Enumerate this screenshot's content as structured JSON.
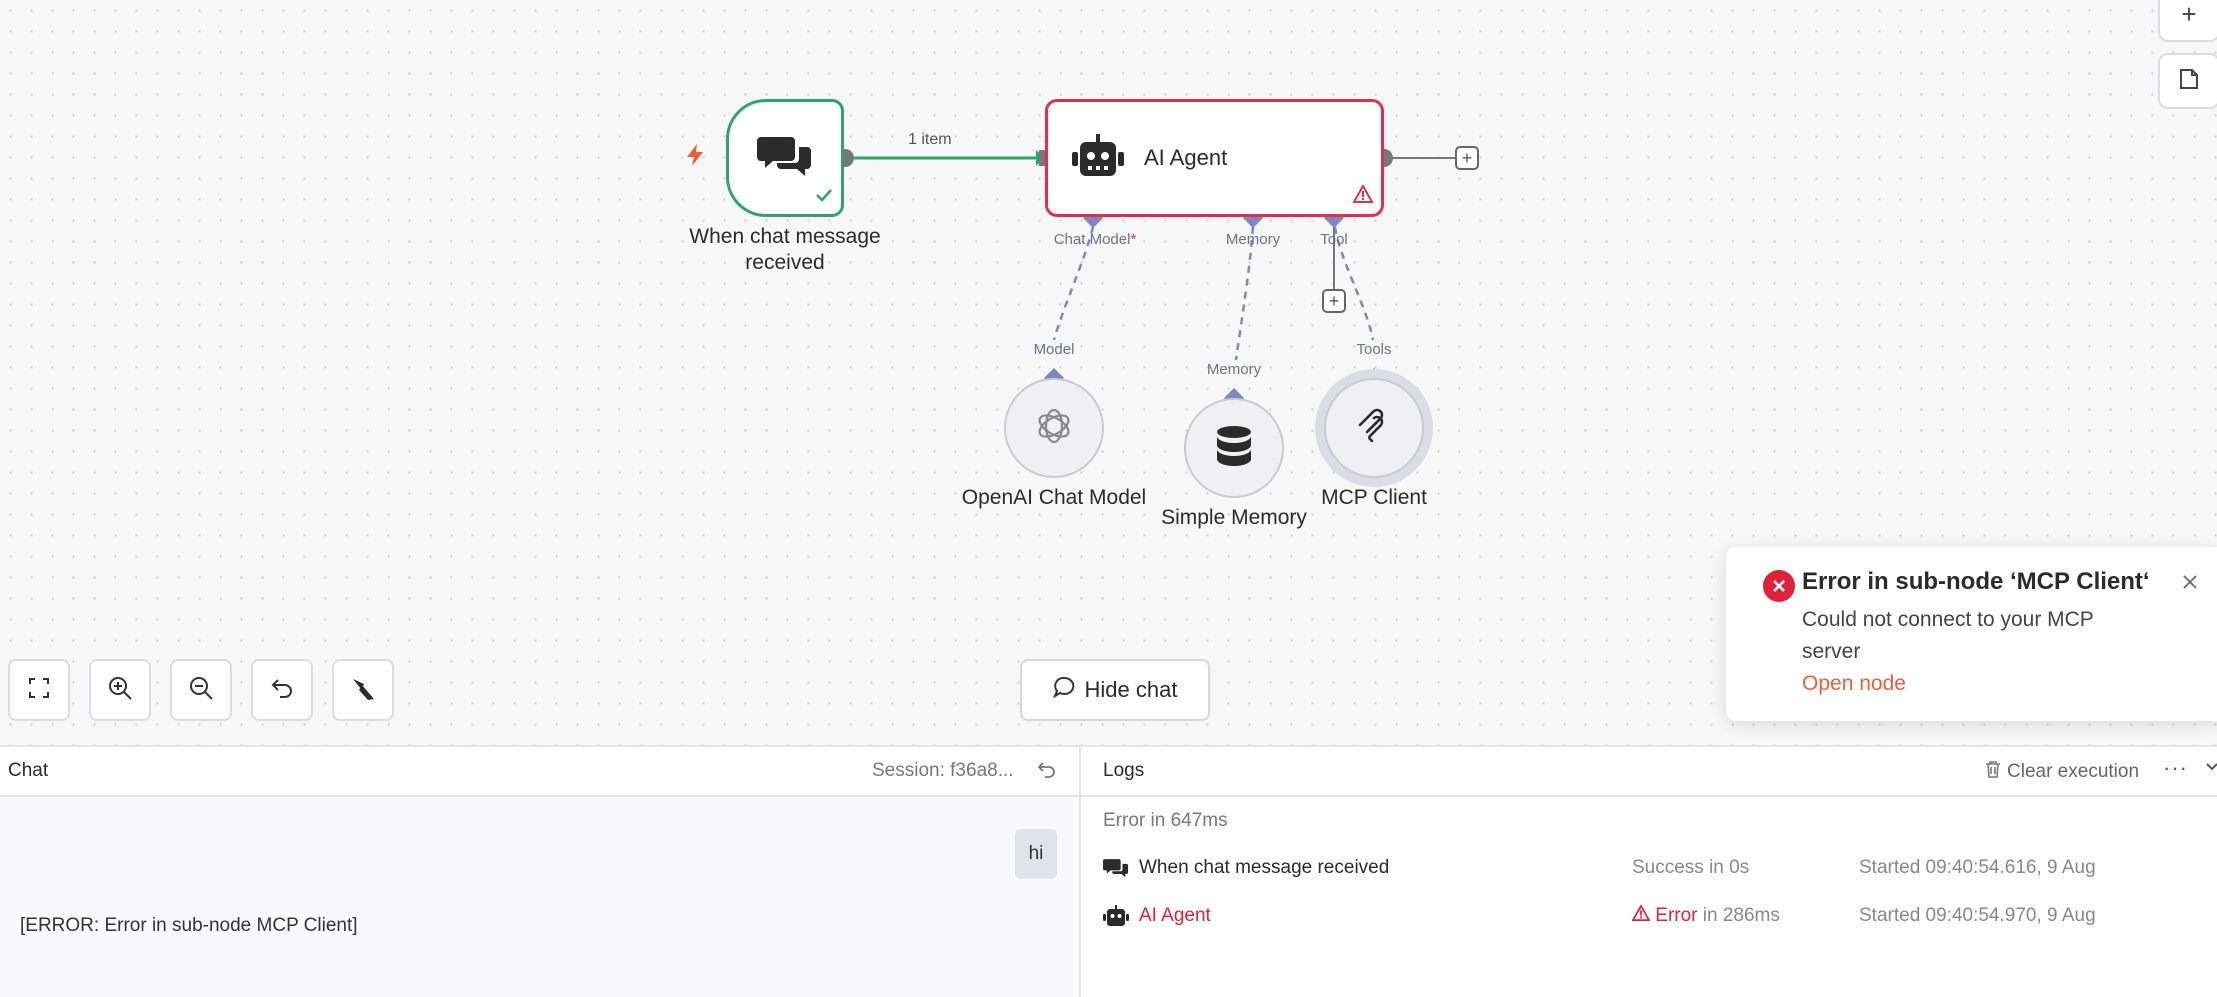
{
  "canvas": {
    "trigger_node": {
      "label": "When chat message received",
      "icon": "chat-bubbles-icon"
    },
    "agent_node": {
      "label": "AI Agent",
      "icon": "robot-icon"
    },
    "edge_label": "1 item",
    "agent_inputs": {
      "chat_model": "Chat Model",
      "memory": "Memory",
      "tool": "Tool"
    },
    "sub_nodes": [
      {
        "label": "OpenAI Chat Model",
        "port": "Model",
        "icon": "openai-icon"
      },
      {
        "label": "Simple Memory",
        "port": "Memory",
        "icon": "database-icon"
      },
      {
        "label": "MCP Client",
        "port": "Tools",
        "icon": "mcp-icon"
      }
    ],
    "colors": {
      "success": "#2da46a",
      "error": "#e3304a",
      "port": "#7f86c0",
      "accent": "#ea5f3b"
    }
  },
  "toolbar": {
    "hide_chat_label": "Hide chat"
  },
  "toast": {
    "title": "Error in sub-node ‘MCP Client‘",
    "message": "Could not connect to your MCP server",
    "link": "Open node"
  },
  "chat": {
    "title": "Chat",
    "session": "Session: f36a8...",
    "messages": [
      {
        "role": "user",
        "text": "hi"
      },
      {
        "role": "bot",
        "text": "[ERROR: Error in sub-node MCP Client]"
      }
    ]
  },
  "logs": {
    "title": "Logs",
    "clear_label": "Clear execution",
    "summary": "Error in 647ms",
    "rows": [
      {
        "name": "When chat message received",
        "status": "Success in 0s",
        "started": "Started 09:40:54.616, 9 Aug"
      },
      {
        "name": "AI Agent",
        "status_word": "Error",
        "status_rest": " in 286ms",
        "started": "Started 09:40:54.970, 9 Aug"
      }
    ]
  }
}
